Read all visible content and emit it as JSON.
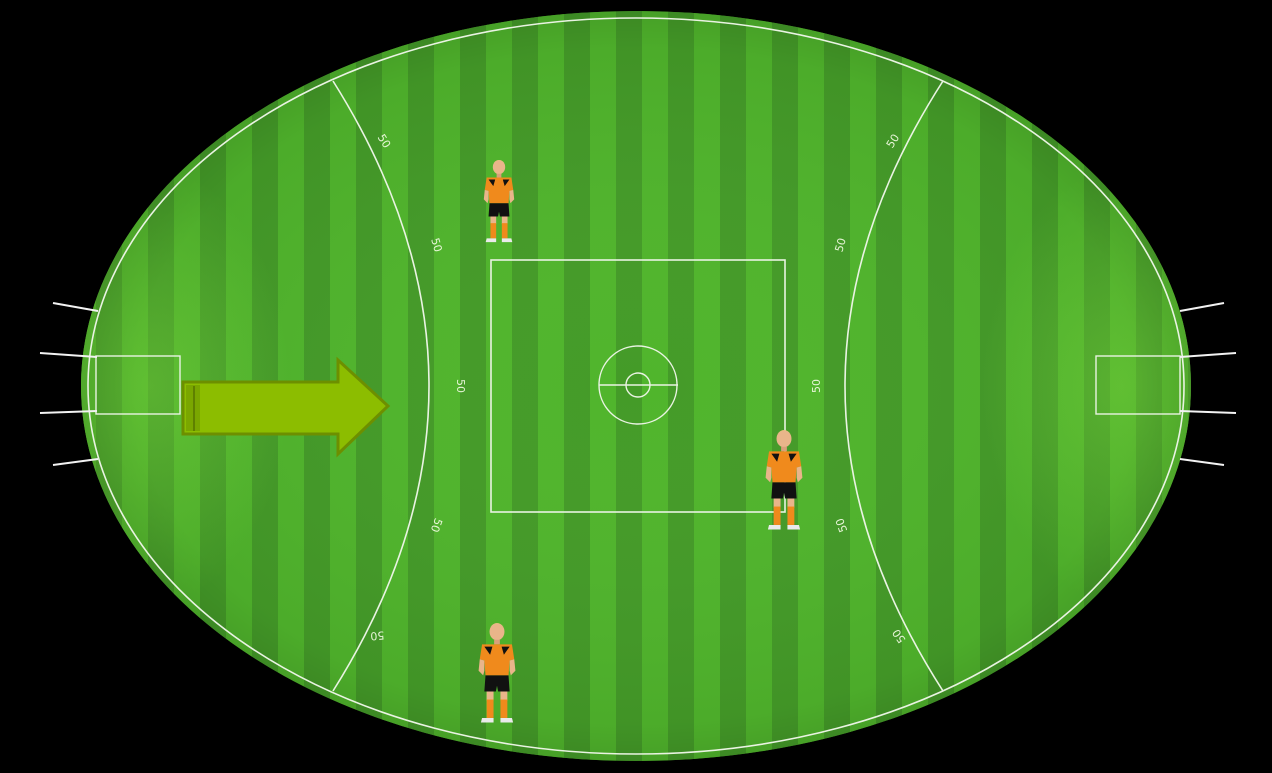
{
  "field": {
    "grass_light": "#55c02e",
    "grass_dark": "#3f8f26",
    "line_color": "#e9f3e2",
    "background": "#000000"
  },
  "markings": {
    "fifty_labels": [
      "50",
      "50",
      "50",
      "50",
      "50",
      "50",
      "50",
      "50",
      "50",
      "50"
    ]
  },
  "direction_arrow": {
    "icon": "direction-arrow-icon",
    "direction": "right",
    "fill": "#8cbd00",
    "stroke": "#6d8f00"
  },
  "players": {
    "count": 3,
    "jersey_color": "#f08a1c",
    "shorts_color": "#111111",
    "icon": "player-icon"
  }
}
